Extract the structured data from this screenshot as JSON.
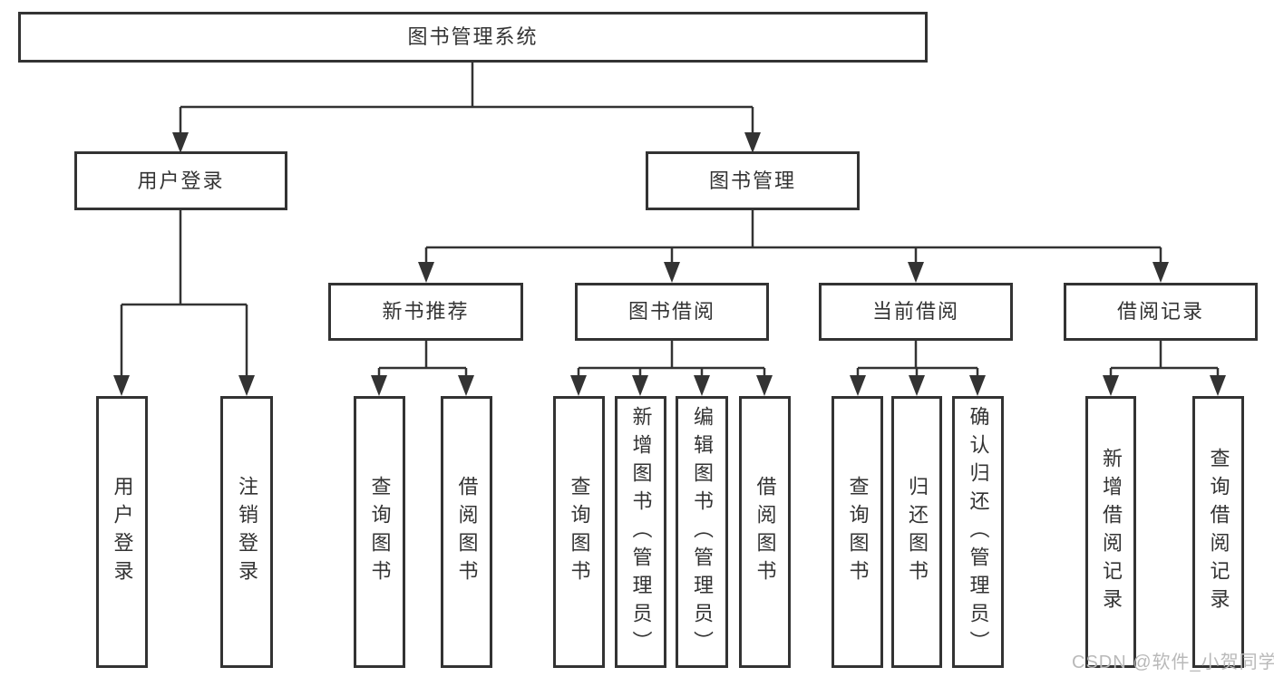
{
  "diagram": {
    "root": {
      "label": "图书管理系统"
    },
    "user_branch": {
      "label": "用户登录",
      "children": {
        "login": "用户登录",
        "logout": "注销登录"
      }
    },
    "management_branch": {
      "label": "图书管理"
    },
    "new_book_rec": {
      "label": "新书推荐",
      "children": {
        "query_books": "查询图书",
        "borrow_books": "借阅图书"
      }
    },
    "book_borrow": {
      "label": "图书借阅",
      "children": {
        "query_books": "查询图书",
        "add_books": "新增图书（管理员）",
        "edit_books": "编辑图书（管理员）",
        "borrow_books": "借阅图书"
      }
    },
    "current_borrow": {
      "label": "当前借阅",
      "children": {
        "query_books": "查询图书",
        "return_books": "归还图书",
        "confirm_return": "确认归还（管理员）"
      }
    },
    "borrow_record": {
      "label": "借阅记录",
      "children": {
        "add_record": "新增借阅记录",
        "query_record": "查询借阅记录"
      }
    }
  },
  "watermark": {
    "text": "CSDN @软件_小贺同学"
  },
  "colors": {
    "line": "#333333",
    "text": "#333333",
    "watermark": "#b9b9b9",
    "background": "#ffffff"
  }
}
